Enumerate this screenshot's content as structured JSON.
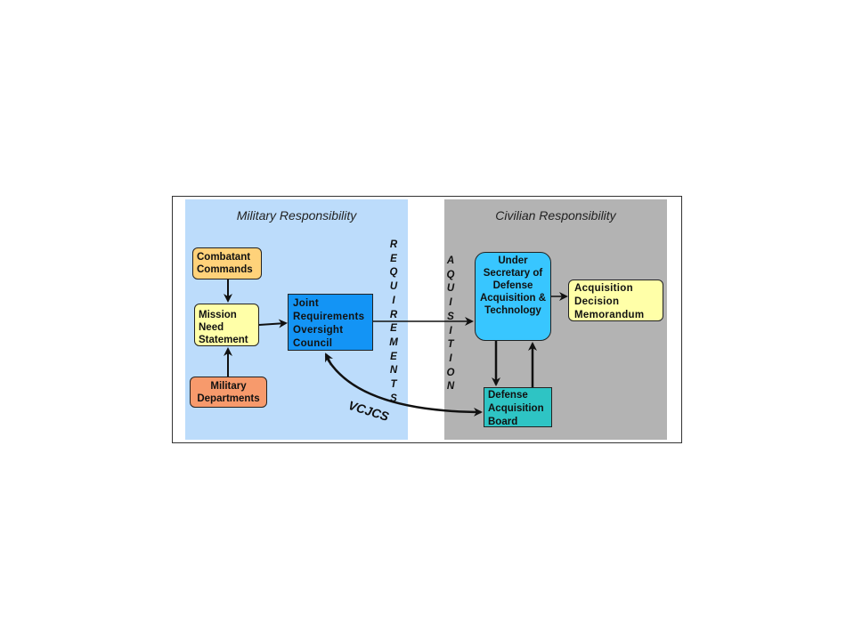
{
  "panels": {
    "military_title": "Military Responsibility",
    "civilian_title": "Civilian Responsibility"
  },
  "boxes": {
    "combatant_commands": "Combatant Commands",
    "mission_need_statement": "Mission Need Statement",
    "military_departments": "Military Departments",
    "jroc": "Joint Requirements Oversight Council",
    "usd_at": "Under Secretary of Defense Acquisition & Technology",
    "adm": "Acquisition Decision Memorandum",
    "dab": "Defense Acquisition Board"
  },
  "vertical_labels": {
    "requirements": [
      "R",
      "E",
      "Q",
      "U",
      "I",
      "R",
      "E",
      "M",
      "E",
      "N",
      "T",
      "S"
    ],
    "acquisition": [
      "A",
      "Q",
      "U",
      "I",
      "S",
      "I",
      "T",
      "I",
      "O",
      "N"
    ]
  },
  "link_label": "VCJCS",
  "colors": {
    "military_bg": "#bcdcfb",
    "civilian_bg": "#b3b3b3",
    "combatant_commands": "#ffd27a",
    "mission_need_statement": "#ffffa8",
    "military_departments": "#f79a6c",
    "jroc": "#1394f5",
    "usd_at": "#38c6ff",
    "adm": "#ffffa8",
    "dab": "#2ec4c4"
  }
}
